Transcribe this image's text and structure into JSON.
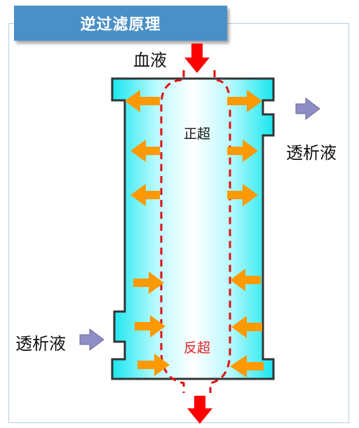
{
  "title": "逆过滤原理",
  "labels": {
    "blood_in": "血液",
    "dialysate_out": "透析液",
    "dialysate_in": "透析液",
    "forward_ultrafiltration": "正超",
    "back_filtration": "反超"
  },
  "colors": {
    "title_banner": "#4a90c8",
    "housing_fill": "#33f0f0",
    "housing_border": "#333333",
    "blood_arrow": "#ff0000",
    "dashed_path": "#e01010",
    "filtration_arrow": "#ff9900",
    "dialysate_arrow": "#8888c0",
    "back_filtration_text": "#e02020"
  }
}
